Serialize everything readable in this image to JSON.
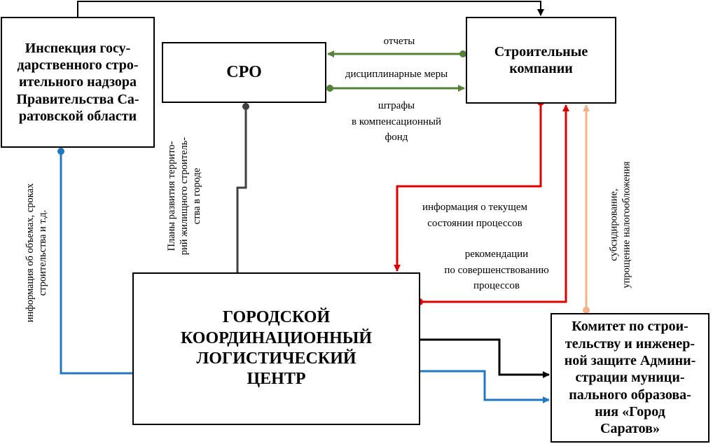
{
  "boxes": {
    "inspection": "Инспекция госу-\nдарственного стро-\nительного надзора\nПравительства Са-\nратовской области",
    "sro": "СРО",
    "builders": "Строительные\nкомпании",
    "center": "ГОРОДСКОЙ\nКООРДИНАЦИОННЫЙ\nЛОГИСТИЧЕСКИЙ\nЦЕНТР",
    "committee": "Комитет по строи-\nтельству и инженер-\nной защите Админи-\nстрации муници-\nпального образова-\nния «Город\nСаратов»"
  },
  "labels": {
    "reports": "отчеты",
    "disciplinary": "дисциплинарные меры",
    "fines": "штрафы\nв компенсационный\nфонд",
    "process_info": "информация о текущем\nсостоянии процессов",
    "recommendations": "рекомендации\nпо совершенствованию\nпроцессов",
    "volumes_info": "информация об объемах, сроках\nстроительства и т.д.",
    "plans": "Планы развития террито-\nрий жилищного строитель-\nства в городе",
    "subsidies": "субсидирование,\nупрощение налогообложения"
  },
  "colors": {
    "green": "#538135",
    "red": "#e00000",
    "blue": "#1f78c1",
    "gray": "#404040",
    "peach": "#f4b183",
    "black": "#000000"
  }
}
